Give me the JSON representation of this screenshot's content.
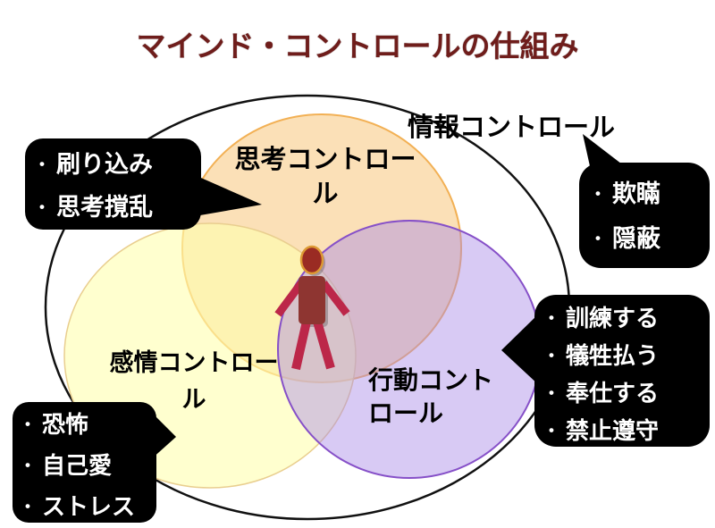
{
  "title": {
    "text": "マインド・コントロールの仕組み",
    "color": "#6F1D1B"
  },
  "outer": {
    "label": "情報コントロール",
    "fill": "#FFFFFF",
    "stroke": "#111111"
  },
  "circles": {
    "thought": {
      "label": "思考コントロー\nル",
      "fill": "rgba(248,198,124,0.55)",
      "stroke": "#F2B054"
    },
    "emotion": {
      "label": "感情コントロー\nル",
      "fill": "rgba(255,255,175,0.60)",
      "stroke": "#E9CE8F"
    },
    "behavior": {
      "label": "行動コント\nロール",
      "fill": "rgba(168,138,230,0.45)",
      "stroke": "#8650C8"
    }
  },
  "person": {
    "head_fill": "#9A2B23",
    "head_stroke": "#DD9933",
    "torso_fill": "#8E3531",
    "limb_color": "#BC2749",
    "shadow": "rgba(0,0,0,0.22)"
  },
  "bubble_style": {
    "bg": "#000000",
    "text_color": "#FFFFFF",
    "bullet": "•"
  },
  "callouts": {
    "imprinting": {
      "items": [
        "刷り込み",
        "思考撹乱"
      ]
    },
    "deception": {
      "items": [
        "欺瞞",
        "隠蔽"
      ]
    },
    "training": {
      "items": [
        "訓練する",
        "犠牲払う",
        "奉仕する",
        "禁止遵守"
      ]
    },
    "emotion_levers": {
      "items": [
        "恐怖",
        "自己愛",
        "ストレス"
      ]
    }
  }
}
